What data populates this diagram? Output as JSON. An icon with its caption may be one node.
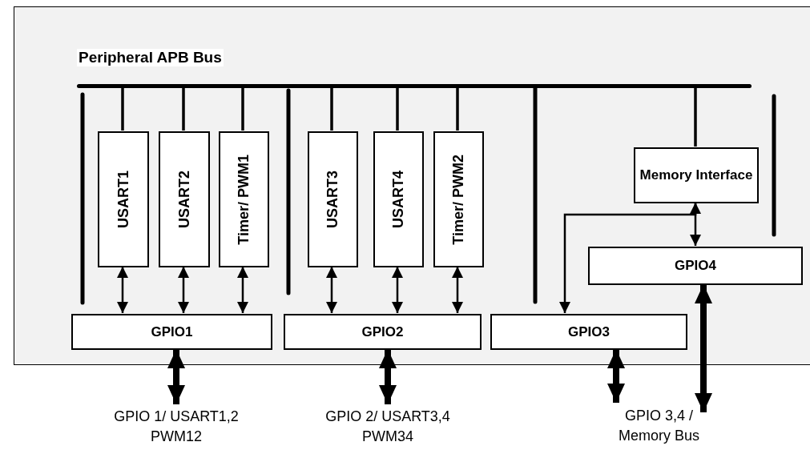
{
  "diagram": {
    "nodes": [
      {
        "text": [],
        "shape": "box"
      },
      {
        "text": [
          "Peripheral APB Bus"
        ],
        "in": 0
      },
      {
        "text": [
          "USART1"
        ],
        "in": 0
      },
      {
        "text": [
          "USART2"
        ],
        "in": 0
      },
      {
        "text": [
          "Timer/ PWM1"
        ],
        "in": 0
      },
      {
        "text": [
          "USART3"
        ],
        "in": 0
      },
      {
        "text": [
          "USART4"
        ],
        "in": 0
      },
      {
        "text": [
          "Timer/ PWM2"
        ],
        "in": 0
      },
      {
        "text": [
          "Memory Interface"
        ],
        "in": 0
      },
      {
        "text": [
          "GPIO4"
        ],
        "in": 0
      },
      {
        "text": [
          "GPIO1"
        ],
        "in": 0
      },
      {
        "text": [
          "GPIO2"
        ],
        "in": 0
      },
      {
        "text": [
          "GPIO3"
        ],
        "in": 0
      },
      {
        "text": [
          "GPIO 1/ USART1,2 PWM12"
        ]
      },
      {
        "text": [
          "GPIO 2/ USART3,4 PWM34"
        ]
      },
      {
        "text": [
          "GPIO 3,4 / Memory Bus"
        ]
      }
    ],
    "edges": [
      {
        "from": 1,
        "to": 2,
        "arrow": "none"
      },
      {
        "from": 1,
        "to": 3,
        "arrow": "none"
      },
      {
        "from": 1,
        "to": 4,
        "arrow": "none"
      },
      {
        "from": 1,
        "to": 5,
        "arrow": "none"
      },
      {
        "from": 1,
        "to": 6,
        "arrow": "none"
      },
      {
        "from": 1,
        "to": 7,
        "arrow": "none"
      },
      {
        "from": 1,
        "to": 8,
        "arrow": "none"
      },
      {
        "from": 2,
        "to": 10,
        "arrow": "both"
      },
      {
        "from": 3,
        "to": 10,
        "arrow": "both"
      },
      {
        "from": 4,
        "to": 10,
        "arrow": "both"
      },
      {
        "from": 5,
        "to": 11,
        "arrow": "both"
      },
      {
        "from": 6,
        "to": 11,
        "arrow": "both"
      },
      {
        "from": 7,
        "to": 11,
        "arrow": "both"
      },
      {
        "from": 8,
        "to": 9,
        "arrow": "both"
      },
      {
        "from": 8,
        "to": 12,
        "arrow": "to"
      },
      {
        "from": 10,
        "to": 13,
        "arrow": "both",
        "style": "thick"
      },
      {
        "from": 11,
        "to": 14,
        "arrow": "both",
        "style": "thick"
      },
      {
        "from": 12,
        "to": 15,
        "arrow": "both",
        "style": "thick"
      },
      {
        "from": 9,
        "to": 15,
        "arrow": "both",
        "style": "thick"
      }
    ]
  }
}
